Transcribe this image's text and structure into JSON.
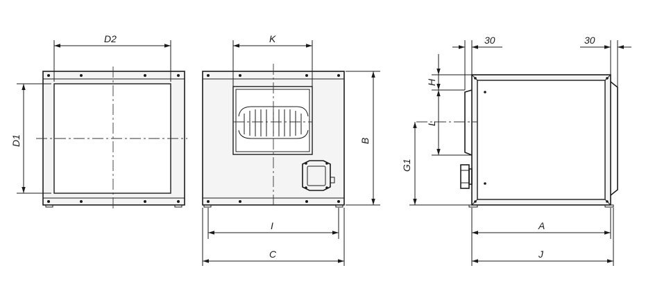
{
  "dimension_labels": {
    "D2": "D2",
    "D1": "D1",
    "K": "K",
    "B": "B",
    "I": "I",
    "C": "C",
    "H": "H",
    "L": "L",
    "G1": "G1",
    "A": "A",
    "J": "J",
    "flange_left": "30",
    "flange_right": "30"
  }
}
